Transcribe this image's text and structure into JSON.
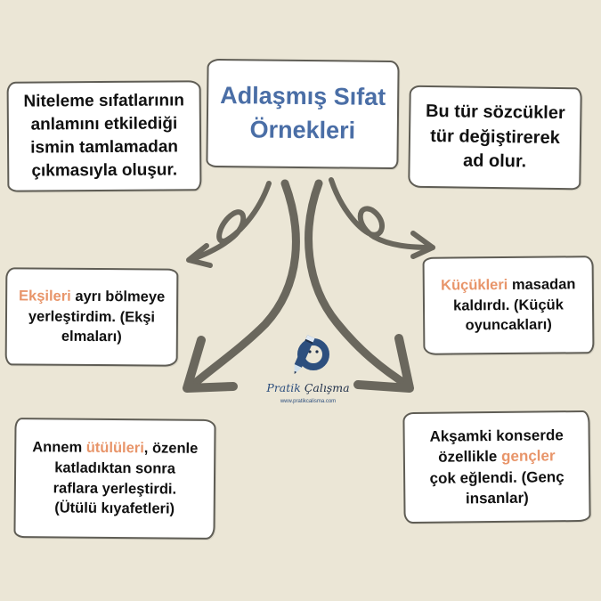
{
  "title": {
    "line1": "Adlaşmış Sıfat",
    "line2": "Örnekleri",
    "color": "#4a6ea6"
  },
  "definitions": [
    {
      "id": "definition-left",
      "lines": [
        "Niteleme sıfatlarının",
        "anlamını etkilediği",
        "ismin tamlamadan",
        "çıkmasıyla oluşur."
      ]
    },
    {
      "id": "definition-right",
      "lines": [
        "Bu tür sözcükler",
        "tür değiştirerek",
        "ad olur."
      ]
    }
  ],
  "examples": [
    {
      "id": "example-ekşileri",
      "highlight": "Ekşileri",
      "line1_rest": " ayrı bölmeye",
      "line2": "yerleştirdim. (Ekşi",
      "line3": "elmaları)"
    },
    {
      "id": "example-küçükleri",
      "highlight": "Küçükleri",
      "line1_rest": " masadan",
      "line2": "kaldırdı. (Küçük",
      "line3": "oyuncakları)"
    },
    {
      "id": "example-ütülüleri",
      "line1_pre": "Annem ",
      "highlight": "ütülüleri",
      "line1_rest": ", özenle",
      "line2": "katladıktan sonra",
      "line3": "raflara yerleştirdi.",
      "line4": "(Ütülü kıyafetleri)"
    },
    {
      "id": "example-gençler",
      "line1": "Akşamki konserde",
      "line2_pre": "özellikle ",
      "highlight": "gençler",
      "line3": "çok eğlendi. (Genç",
      "line4": "insanlar)"
    }
  ],
  "logo": {
    "name_first": "Pratik",
    "name_second": "Çalışma",
    "url": "www.pratikcalisma.com",
    "icon": "pencil-p-logo-icon"
  },
  "colors": {
    "background": "#ebe6d6",
    "box_border": "#5f5d55",
    "arrow": "#6a675d",
    "highlight": "#e8956a",
    "title": "#4a6ea6",
    "logo_blue": "#2d4f7e"
  }
}
